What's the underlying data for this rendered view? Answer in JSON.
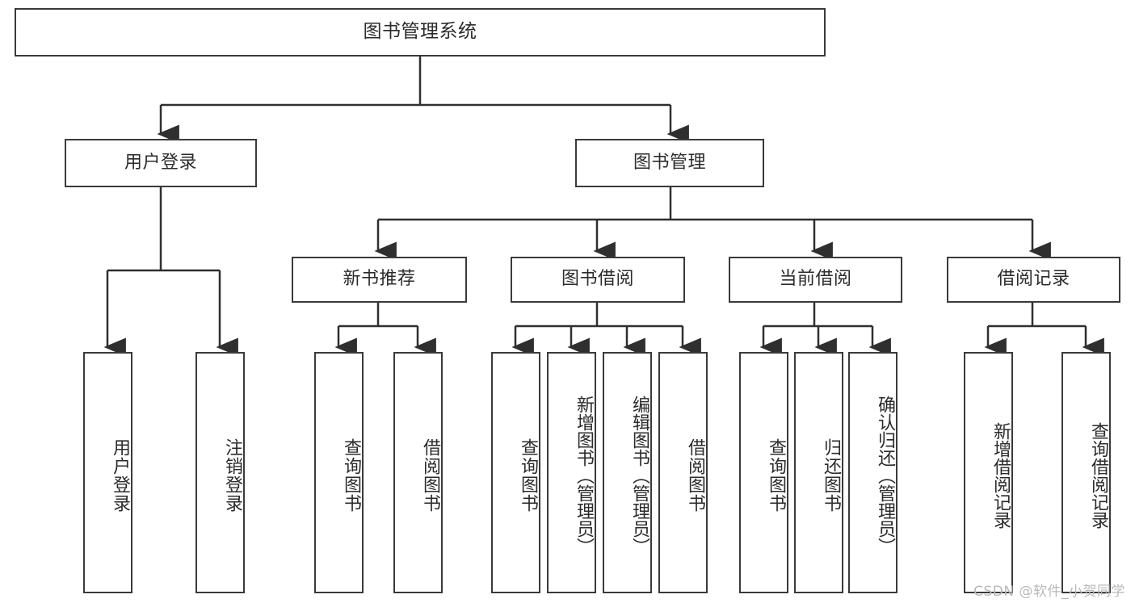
{
  "diagram": {
    "type": "tree",
    "title": "图书管理系统",
    "orientation": "top-down",
    "colors": {
      "box_border": "#3a3a3a",
      "box_fill": "#ffffff",
      "edge": "#2f2f2f",
      "text": "#2b2b2b",
      "watermark": "#b9b9b9"
    },
    "root": {
      "label": "图书管理系统"
    },
    "level2": [
      {
        "label": "用户登录"
      },
      {
        "label": "图书管理"
      }
    ],
    "level3": [
      {
        "label": "新书推荐"
      },
      {
        "label": "图书借阅"
      },
      {
        "label": "当前借阅"
      },
      {
        "label": "借阅记录"
      }
    ],
    "leaves": {
      "user_login": [
        {
          "label": "用户登录"
        },
        {
          "label": "注销登录"
        }
      ],
      "new_book_recommend": [
        {
          "label": "查询图书"
        },
        {
          "label": "借阅图书"
        }
      ],
      "book_borrow": [
        {
          "label": "查询图书"
        },
        {
          "label": "新增图书（管理员）"
        },
        {
          "label": "编辑图书（管理员）"
        },
        {
          "label": "借阅图书"
        }
      ],
      "current_borrow": [
        {
          "label": "查询图书"
        },
        {
          "label": "归还图书"
        },
        {
          "label": "确认归还（管理员）"
        }
      ],
      "borrow_record": [
        {
          "label": "新增借阅记录"
        },
        {
          "label": "查询借阅记录"
        }
      ]
    }
  },
  "watermark": {
    "text": "CSDN @软件_小贺同学"
  }
}
